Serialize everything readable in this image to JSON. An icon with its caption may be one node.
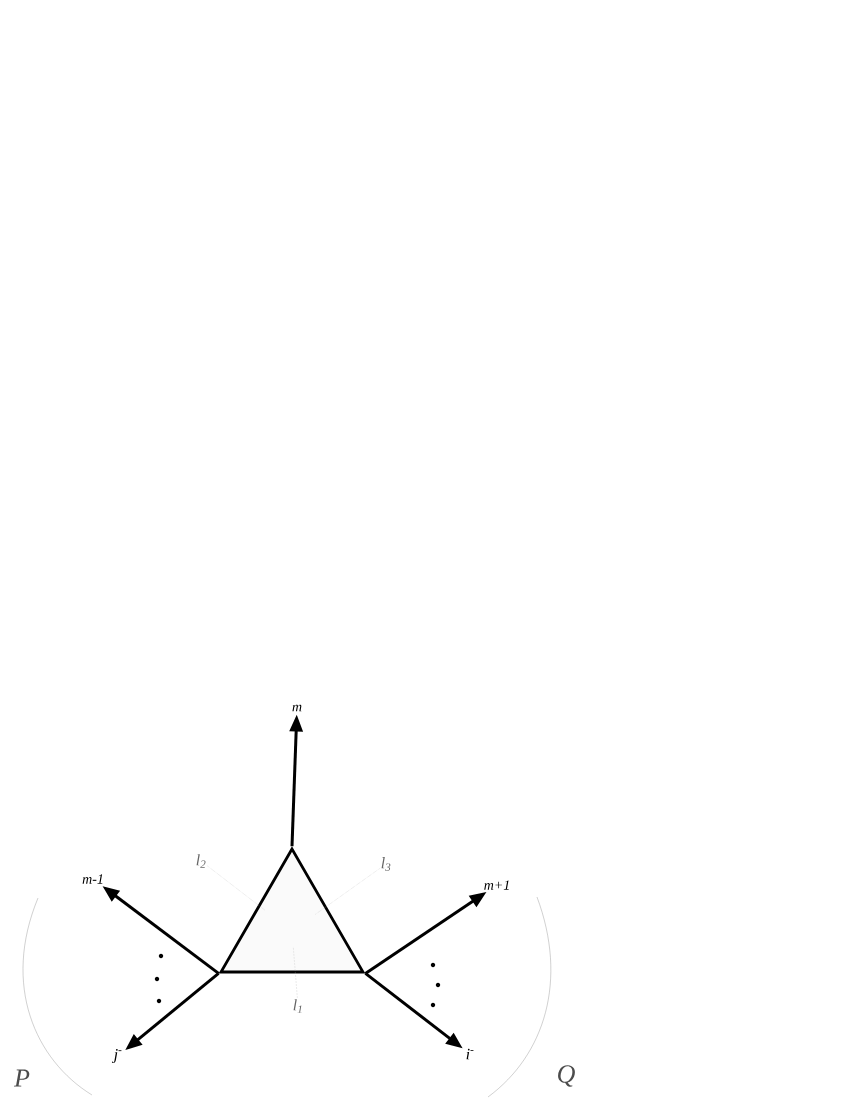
{
  "diagram": {
    "nodes": [
      {
        "text": [],
        "shape": "triangle"
      },
      {
        "text": [
          "m"
        ]
      },
      {
        "text": [
          "m-1"
        ]
      },
      {
        "text": [
          "j$^{-}$"
        ]
      },
      {
        "text": [
          "m+1"
        ]
      },
      {
        "text": [
          "i$^{-}$"
        ]
      },
      {
        "text": [
          "l$_{2}$"
        ]
      },
      {
        "text": [
          "l$_{3}$"
        ]
      },
      {
        "text": [
          "l$_{1}$"
        ]
      }
    ],
    "edges": [
      {
        "from": 0,
        "to": 1,
        "arrow": "to"
      },
      {
        "from": 0,
        "to": 2,
        "arrow": "to"
      },
      {
        "from": 0,
        "to": 3,
        "arrow": "to"
      },
      {
        "from": 0,
        "to": 4,
        "arrow": "to"
      },
      {
        "from": 0,
        "to": 5,
        "arrow": "to"
      },
      {
        "from": 6,
        "to": 0,
        "arrow": "none",
        "style": "dashed",
        "color": "#aaaaaa"
      },
      {
        "from": 7,
        "to": 0,
        "arrow": "none",
        "style": "dashed",
        "color": "#aaaaaa"
      },
      {
        "from": 8,
        "to": 0,
        "arrow": "none",
        "style": "dashed",
        "color": "#aaaaaa"
      }
    ],
    "labels": [
      "P",
      "Q"
    ]
  }
}
